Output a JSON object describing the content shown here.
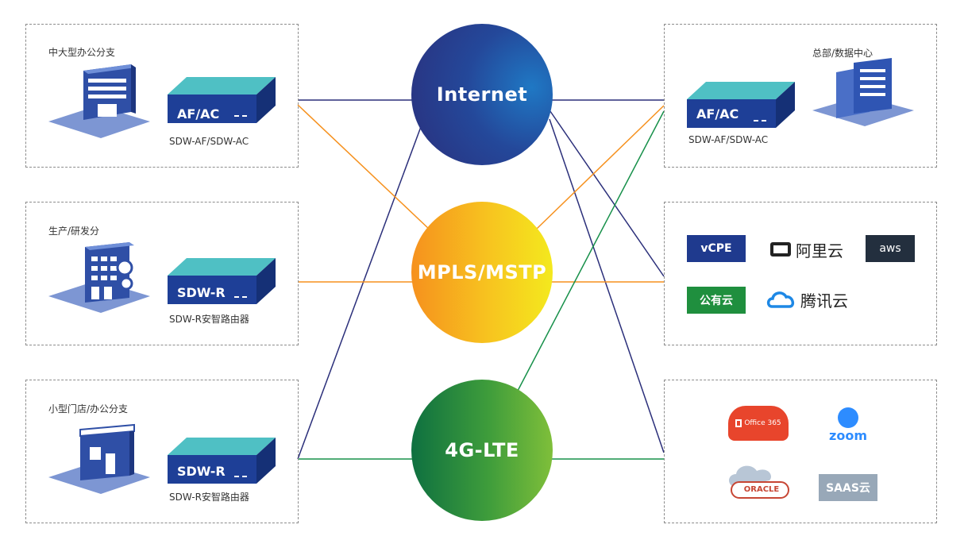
{
  "left_boxes": [
    {
      "title": "中大型办公分支",
      "device": "AF/AC",
      "caption": "SDW-AF/SDW-AC"
    },
    {
      "title": "生产/研发分",
      "device": "SDW-R",
      "caption": "SDW-R安智路由器"
    },
    {
      "title": "小型门店/办公分支",
      "device": "SDW-R",
      "caption": "SDW-R安智路由器"
    }
  ],
  "hq": {
    "title": "总部/数据中心",
    "device": "AF/AC",
    "caption": "SDW-AF/SDW-AC"
  },
  "networks": {
    "internet": "Internet",
    "mpls": "MPLS/MSTP",
    "lte": "4G-LTE"
  },
  "cloud": {
    "vcpe": "vCPE",
    "aliyun": "阿里云",
    "aws": "aws",
    "public": "公有云",
    "tencent": "腾讯云"
  },
  "saas": {
    "office": "Office 365",
    "zoom": "zoom",
    "oracle": "ORACLE",
    "saas": "SAAS云"
  },
  "colors": {
    "internet_line": "#2b2f7a",
    "mpls_line": "#f6911e",
    "lte_line": "#17904a"
  }
}
